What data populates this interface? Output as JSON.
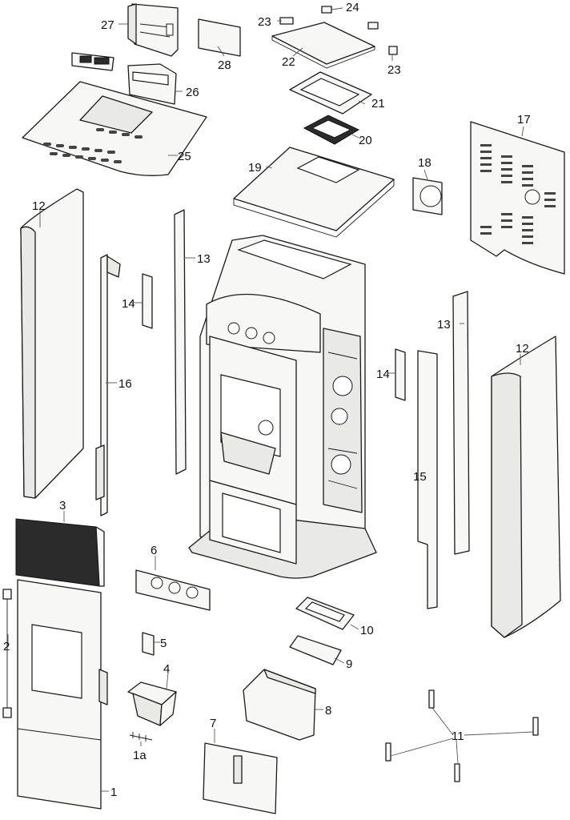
{
  "diagram": {
    "colors": {
      "line": "#1a1a1a",
      "fill": "#f7f7f5",
      "label": "#111111",
      "background": "#ffffff"
    },
    "callouts": [
      {
        "id": "c1",
        "text": "1"
      },
      {
        "id": "c1a",
        "text": "1a"
      },
      {
        "id": "c2",
        "text": "2"
      },
      {
        "id": "c3",
        "text": "3"
      },
      {
        "id": "c4",
        "text": "4"
      },
      {
        "id": "c5",
        "text": "5"
      },
      {
        "id": "c6",
        "text": "6"
      },
      {
        "id": "c7",
        "text": "7"
      },
      {
        "id": "c8",
        "text": "8"
      },
      {
        "id": "c9",
        "text": "9"
      },
      {
        "id": "c10",
        "text": "10"
      },
      {
        "id": "c11",
        "text": "11"
      },
      {
        "id": "c12a",
        "text": "12"
      },
      {
        "id": "c12b",
        "text": "12"
      },
      {
        "id": "c13a",
        "text": "13"
      },
      {
        "id": "c13b",
        "text": "13"
      },
      {
        "id": "c14a",
        "text": "14"
      },
      {
        "id": "c14b",
        "text": "14"
      },
      {
        "id": "c15",
        "text": "15"
      },
      {
        "id": "c16",
        "text": "16"
      },
      {
        "id": "c17",
        "text": "17"
      },
      {
        "id": "c18",
        "text": "18"
      },
      {
        "id": "c19",
        "text": "19"
      },
      {
        "id": "c20",
        "text": "20"
      },
      {
        "id": "c21",
        "text": "21"
      },
      {
        "id": "c22",
        "text": "22"
      },
      {
        "id": "c23a",
        "text": "23"
      },
      {
        "id": "c23b",
        "text": "23"
      },
      {
        "id": "c24",
        "text": "24"
      },
      {
        "id": "c25",
        "text": "25"
      },
      {
        "id": "c26",
        "text": "26"
      },
      {
        "id": "c27",
        "text": "27"
      },
      {
        "id": "c28",
        "text": "28"
      }
    ]
  }
}
